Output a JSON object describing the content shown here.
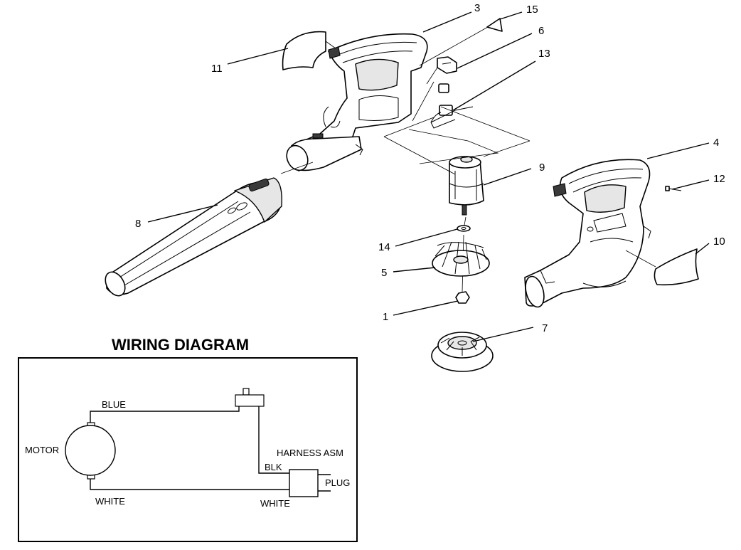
{
  "callouts": {
    "c1": "1",
    "c3": "3",
    "c4": "4",
    "c5": "5",
    "c6": "6",
    "c7": "7",
    "c8": "8",
    "c9": "9",
    "c10": "10",
    "c11": "11",
    "c12": "12",
    "c13": "13",
    "c14": "14",
    "c15": "15"
  },
  "wiring": {
    "title": "WIRING DIAGRAM",
    "motor": "MOTOR",
    "blue": "BLUE",
    "white_left": "WHITE",
    "white_right": "WHITE",
    "harness": "HARNESS ASM",
    "blk": "BLK",
    "plug": "PLUG"
  }
}
